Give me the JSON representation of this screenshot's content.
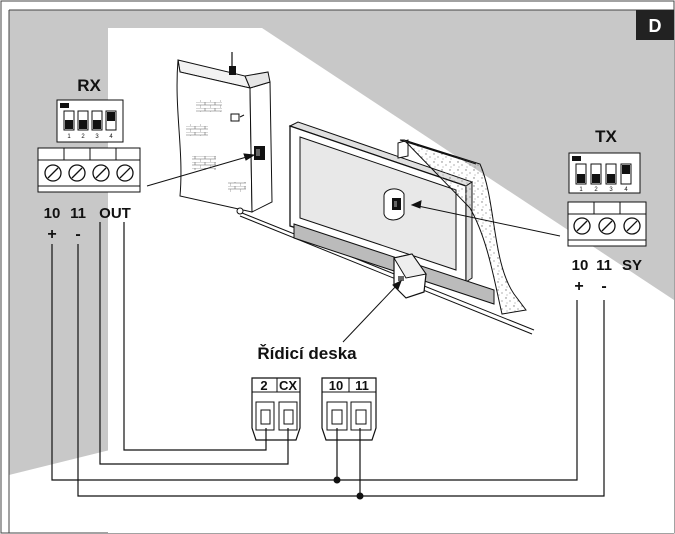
{
  "section_badge": "D",
  "receiver": {
    "title": "RX",
    "dip_numbers": [
      "1",
      "2",
      "3",
      "4"
    ],
    "terminals": [
      "10",
      "11",
      "OUT"
    ],
    "polarity": [
      "+",
      "-"
    ]
  },
  "transmitter": {
    "title": "TX",
    "dip_numbers": [
      "1",
      "2",
      "3",
      "4"
    ],
    "terminals": [
      "10",
      "11",
      "SY"
    ],
    "polarity": [
      "+",
      "-"
    ]
  },
  "control_board": {
    "title": "Řídicí deska",
    "block_left": [
      "2",
      "CX"
    ],
    "block_right": [
      "10",
      "11"
    ]
  },
  "colors": {
    "background_gray": "#c8c8c8",
    "badge_bg": "#222222",
    "badge_text": "#ffffff",
    "line": "#111111"
  }
}
